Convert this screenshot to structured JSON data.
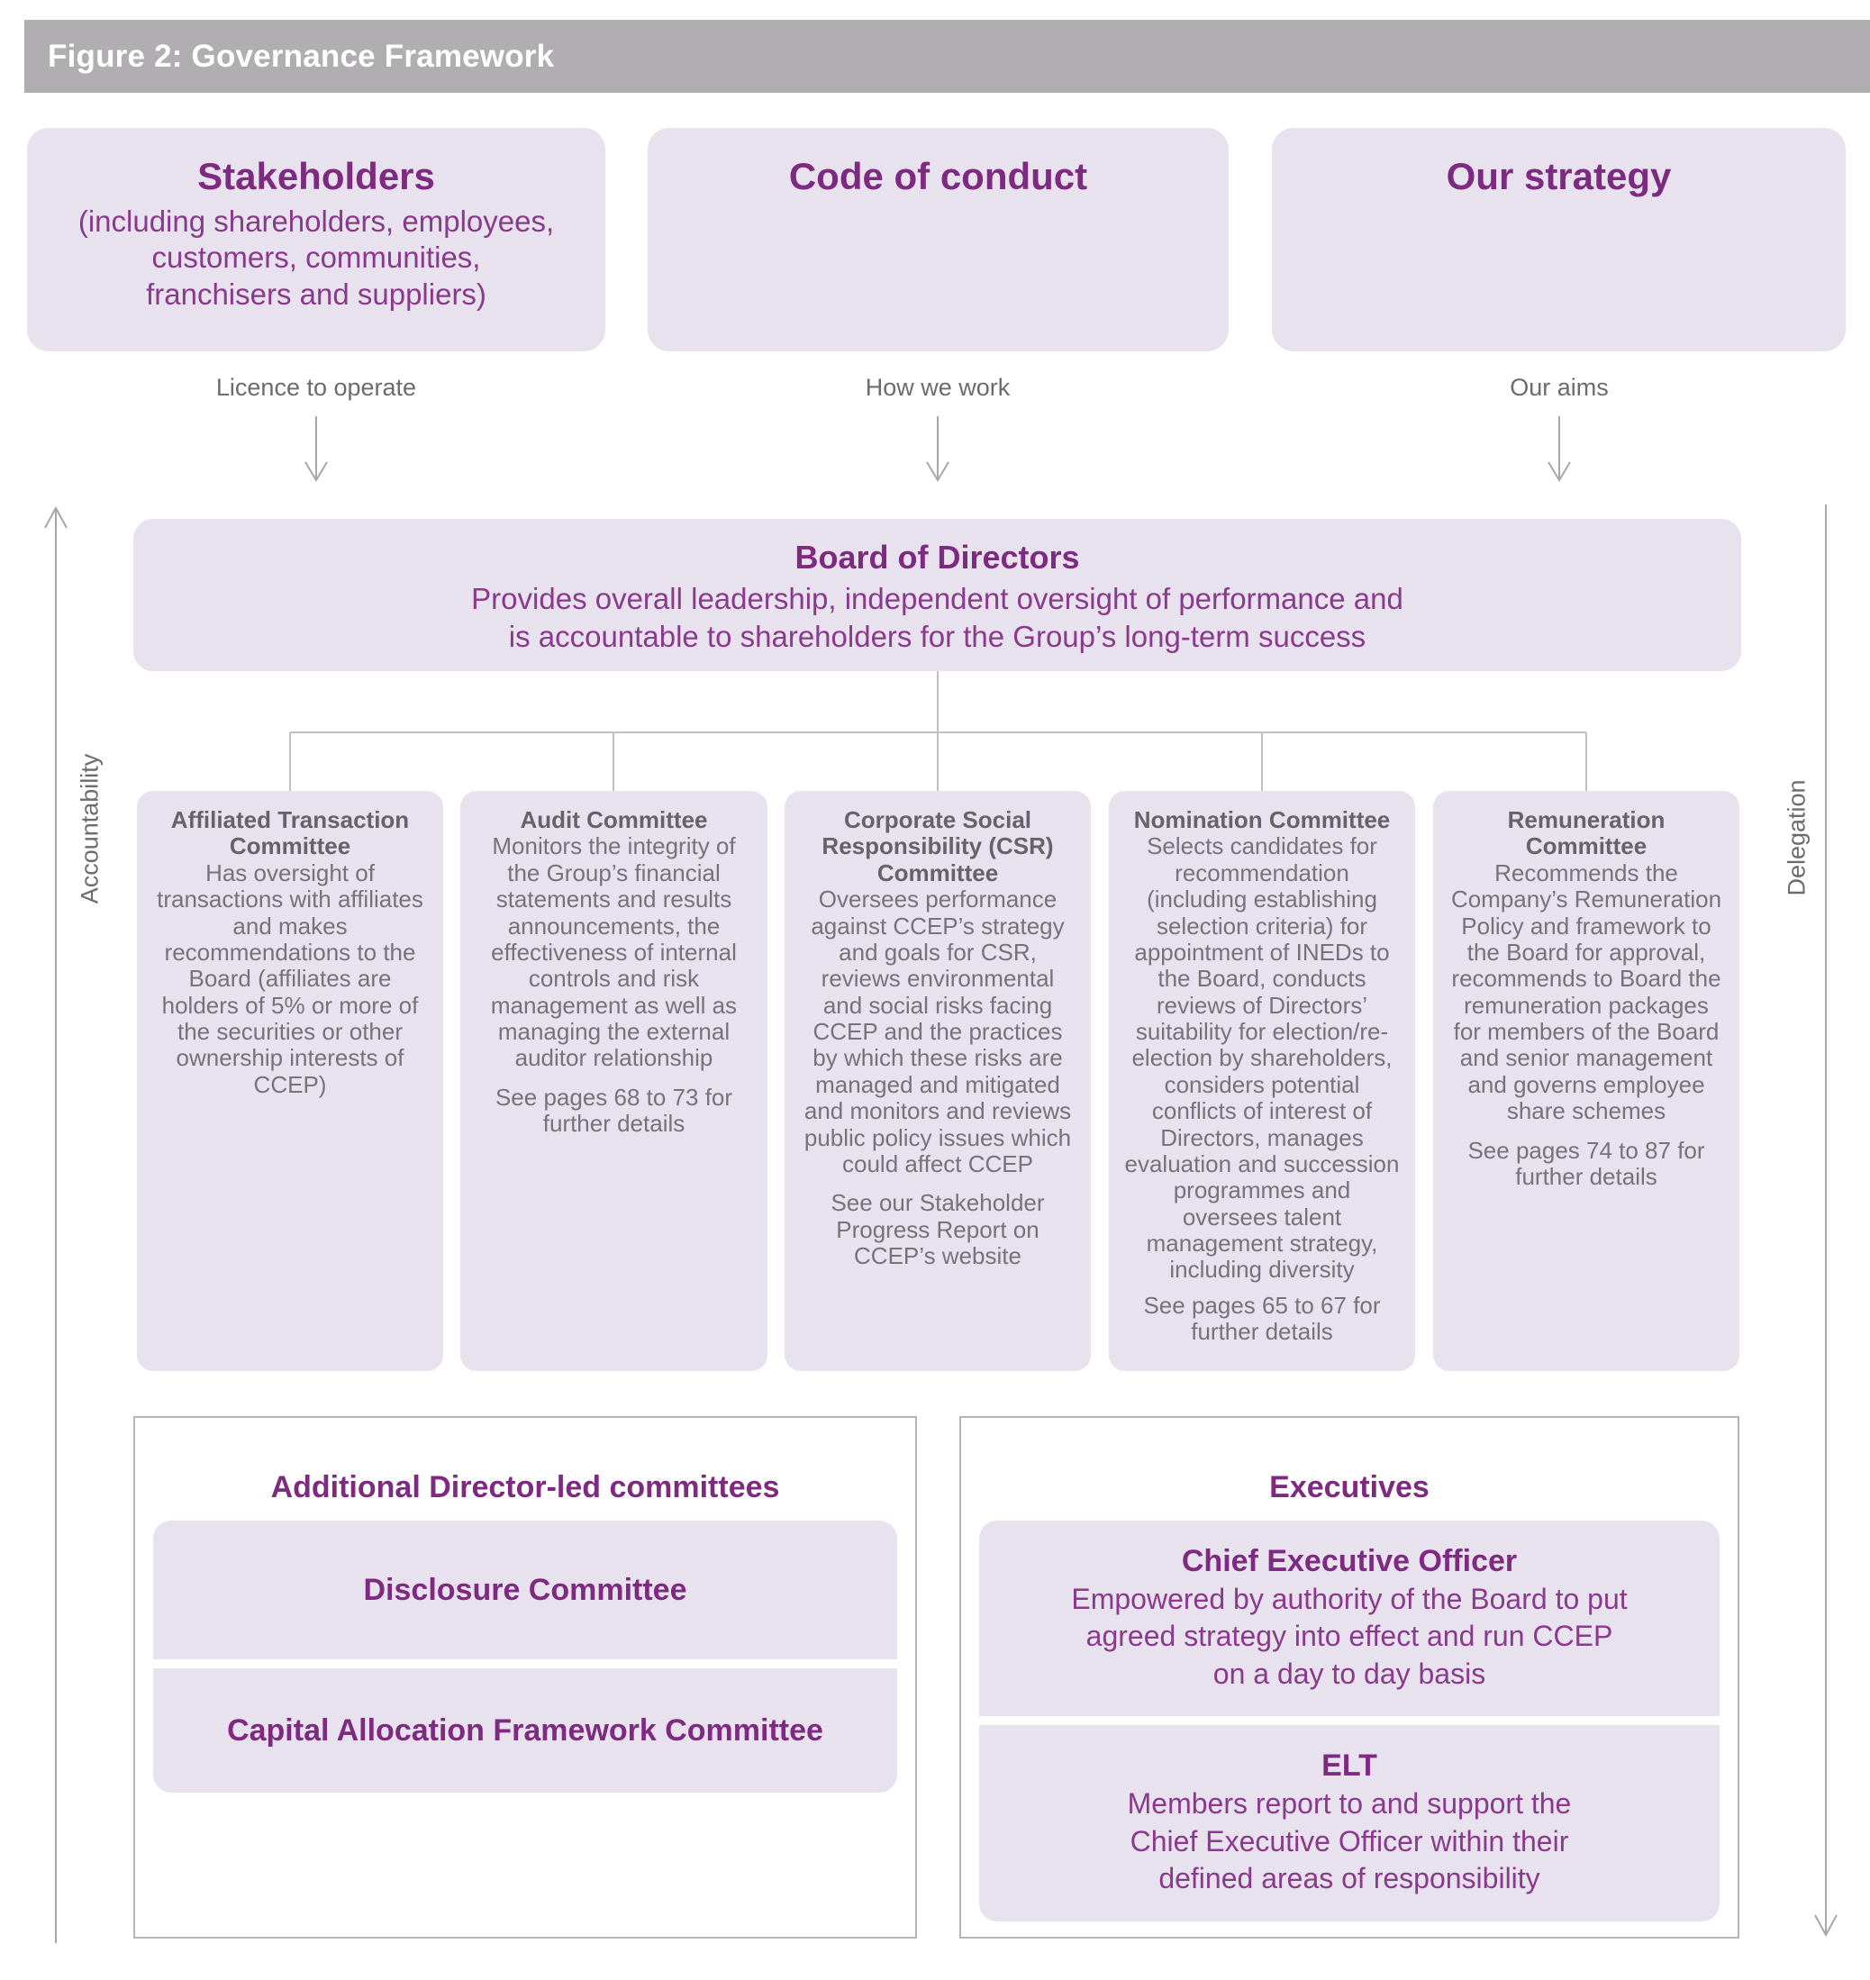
{
  "header": {
    "title": "Figure 2: Governance Framework"
  },
  "colors": {
    "header_bg": "#b1aeb2",
    "box_fill": "#e8e1ee",
    "purple_heading": "#7d2a80",
    "purple_body": "#8a3a8c",
    "committee_heading_gray": "#66626a",
    "committee_body_gray": "#76727a",
    "line_gray": "#a9a6ab",
    "connector_gray": "#c2c0c3"
  },
  "top_row": {
    "boxes": [
      {
        "title": "Stakeholders",
        "subtitle_lines": [
          "(including shareholders, employees,",
          "customers, communities,",
          "franchisers and suppliers)"
        ],
        "flow_label": "Licence to operate"
      },
      {
        "title": "Code of conduct",
        "flow_label": "How we work"
      },
      {
        "title": "Our strategy",
        "flow_label": "Our aims"
      }
    ]
  },
  "board": {
    "title": "Board of Directors",
    "body_lines": [
      "Provides overall leadership, independent oversight of performance and",
      "is accountable to shareholders for the Group’s long-term success"
    ]
  },
  "side_labels": {
    "left": "Accountability",
    "right": "Delegation"
  },
  "committees": [
    {
      "title": "Affiliated Transaction Committee",
      "body": "Has oversight of transactions with affiliates and makes recommendations to the Board (affiliates are holders of 5% or more of the securities or other ownership interests of CCEP)",
      "note": ""
    },
    {
      "title": "Audit Committee",
      "body": "Monitors the integrity of the Group’s financial statements and results announcements, the effectiveness of internal controls and risk management as well as managing the external auditor relationship",
      "note": "See pages 68 to 73 for further details"
    },
    {
      "title": "Corporate Social Responsibility (CSR) Committee",
      "body": "Oversees performance against CCEP’s strategy and goals for CSR, reviews environmental and social risks facing CCEP and the practices by which these risks are managed and mitigated and monitors and reviews public policy issues which could affect CCEP",
      "note": "See our Stakeholder Progress Report on CCEP’s website"
    },
    {
      "title": "Nomination Committee",
      "body": "Selects candidates for recommendation (including establishing selection criteria) for appointment of INEDs to the Board, conducts reviews of Directors’ suitability for election/re-election by shareholders, considers potential conflicts of interest of Directors, manages evaluation and succession programmes and oversees talent management strategy, including diversity",
      "note": "See pages 65 to 67 for further details"
    },
    {
      "title": "Remuneration Committee",
      "body": "Recommends the Company’s Remuneration Policy and framework to the Board for approval, recommends to Board the remuneration packages for members of the Board and senior management and governs employee share schemes",
      "note": "See pages 74 to 87 for further details"
    }
  ],
  "bottom_left": {
    "title": "Additional Director-led committees",
    "items": [
      "Disclosure Committee",
      "Capital Allocation Framework Committee"
    ]
  },
  "bottom_right": {
    "title": "Executives",
    "ceo": {
      "title": "Chief Executive Officer",
      "body_lines": [
        "Empowered by authority of the Board to put",
        "agreed strategy into effect and run CCEP",
        "on a day to day basis"
      ]
    },
    "elt": {
      "title": "ELT",
      "body_lines": [
        "Members report to and support the",
        "Chief Executive Officer within their",
        "defined areas of responsibility"
      ]
    }
  }
}
